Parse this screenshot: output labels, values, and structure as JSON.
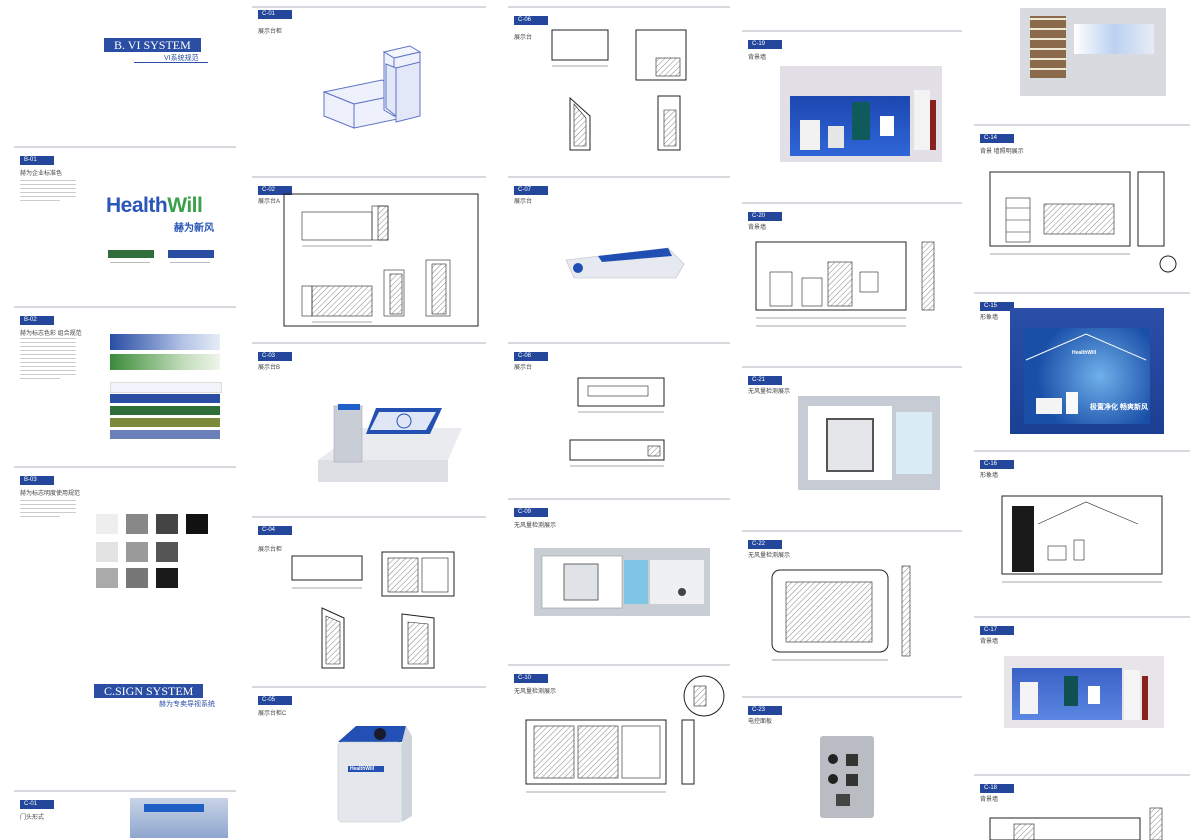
{
  "col1": {
    "vi": {
      "title": "B. VI SYSTEM",
      "subtitle": "VI系统规范"
    },
    "logo_page": {
      "tag": "B-01",
      "caption": "赫为企业标准色",
      "brand_en": "Health",
      "brand_en_accent": "Will",
      "brand_cn": "赫为新风"
    },
    "color_page": {
      "tag": "B-02",
      "caption": "赫为标志色彩 组合规范"
    },
    "mono_page": {
      "tag": "B-03",
      "caption": "赫为标志明度使用规范"
    },
    "sign": {
      "title": "C.SIGN SYSTEM",
      "subtitle": "赫为专卖导视系统"
    },
    "door_page": {
      "tag": "C-01",
      "caption": "门头形式"
    }
  },
  "col2": {
    "pages": [
      {
        "tag": "C-01",
        "caption": "展示台柜"
      },
      {
        "tag": "C-02",
        "caption": "展示台A"
      },
      {
        "tag": "C-03",
        "caption": "展示台B"
      },
      {
        "tag": "C-04",
        "caption": "展示台柜"
      },
      {
        "tag": "C-05",
        "caption": "展示台柜C"
      }
    ],
    "product_label": "HealthWill"
  },
  "col3": {
    "pages": [
      {
        "tag": "C-06",
        "caption": "展示台"
      },
      {
        "tag": "C-07",
        "caption": "展示台"
      },
      {
        "tag": "C-08",
        "caption": "展示台"
      },
      {
        "tag": "C-09",
        "caption": "无风量检测展示"
      },
      {
        "tag": "C-10",
        "caption": "无风量检测展示"
      }
    ]
  },
  "col4": {
    "pages": [
      {
        "tag": "C-19",
        "caption": "背景墙"
      },
      {
        "tag": "C-20",
        "caption": "背景墙"
      },
      {
        "tag": "C-21",
        "caption": "无风量检测展示"
      },
      {
        "tag": "C-22",
        "caption": "无风量检测展示"
      },
      {
        "tag": "C-23",
        "caption": "电控面板"
      }
    ]
  },
  "col5": {
    "pages": [
      {
        "tag": "C-14",
        "caption": "背景 墙照明展示"
      },
      {
        "tag": "C-15",
        "caption": "形象墙"
      },
      {
        "tag": "C-16",
        "caption": "形象墙"
      },
      {
        "tag": "C-17",
        "caption": "背景墙"
      },
      {
        "tag": "C-18",
        "caption": "背景墙"
      }
    ],
    "wall_text": "极置净化  畅爽新风",
    "wall_logo": "HealthWill"
  },
  "colors": {
    "brand_blue": "#2a4ea3",
    "brand_green": "#3aa04a",
    "dark_green": "#2f6e3a"
  }
}
